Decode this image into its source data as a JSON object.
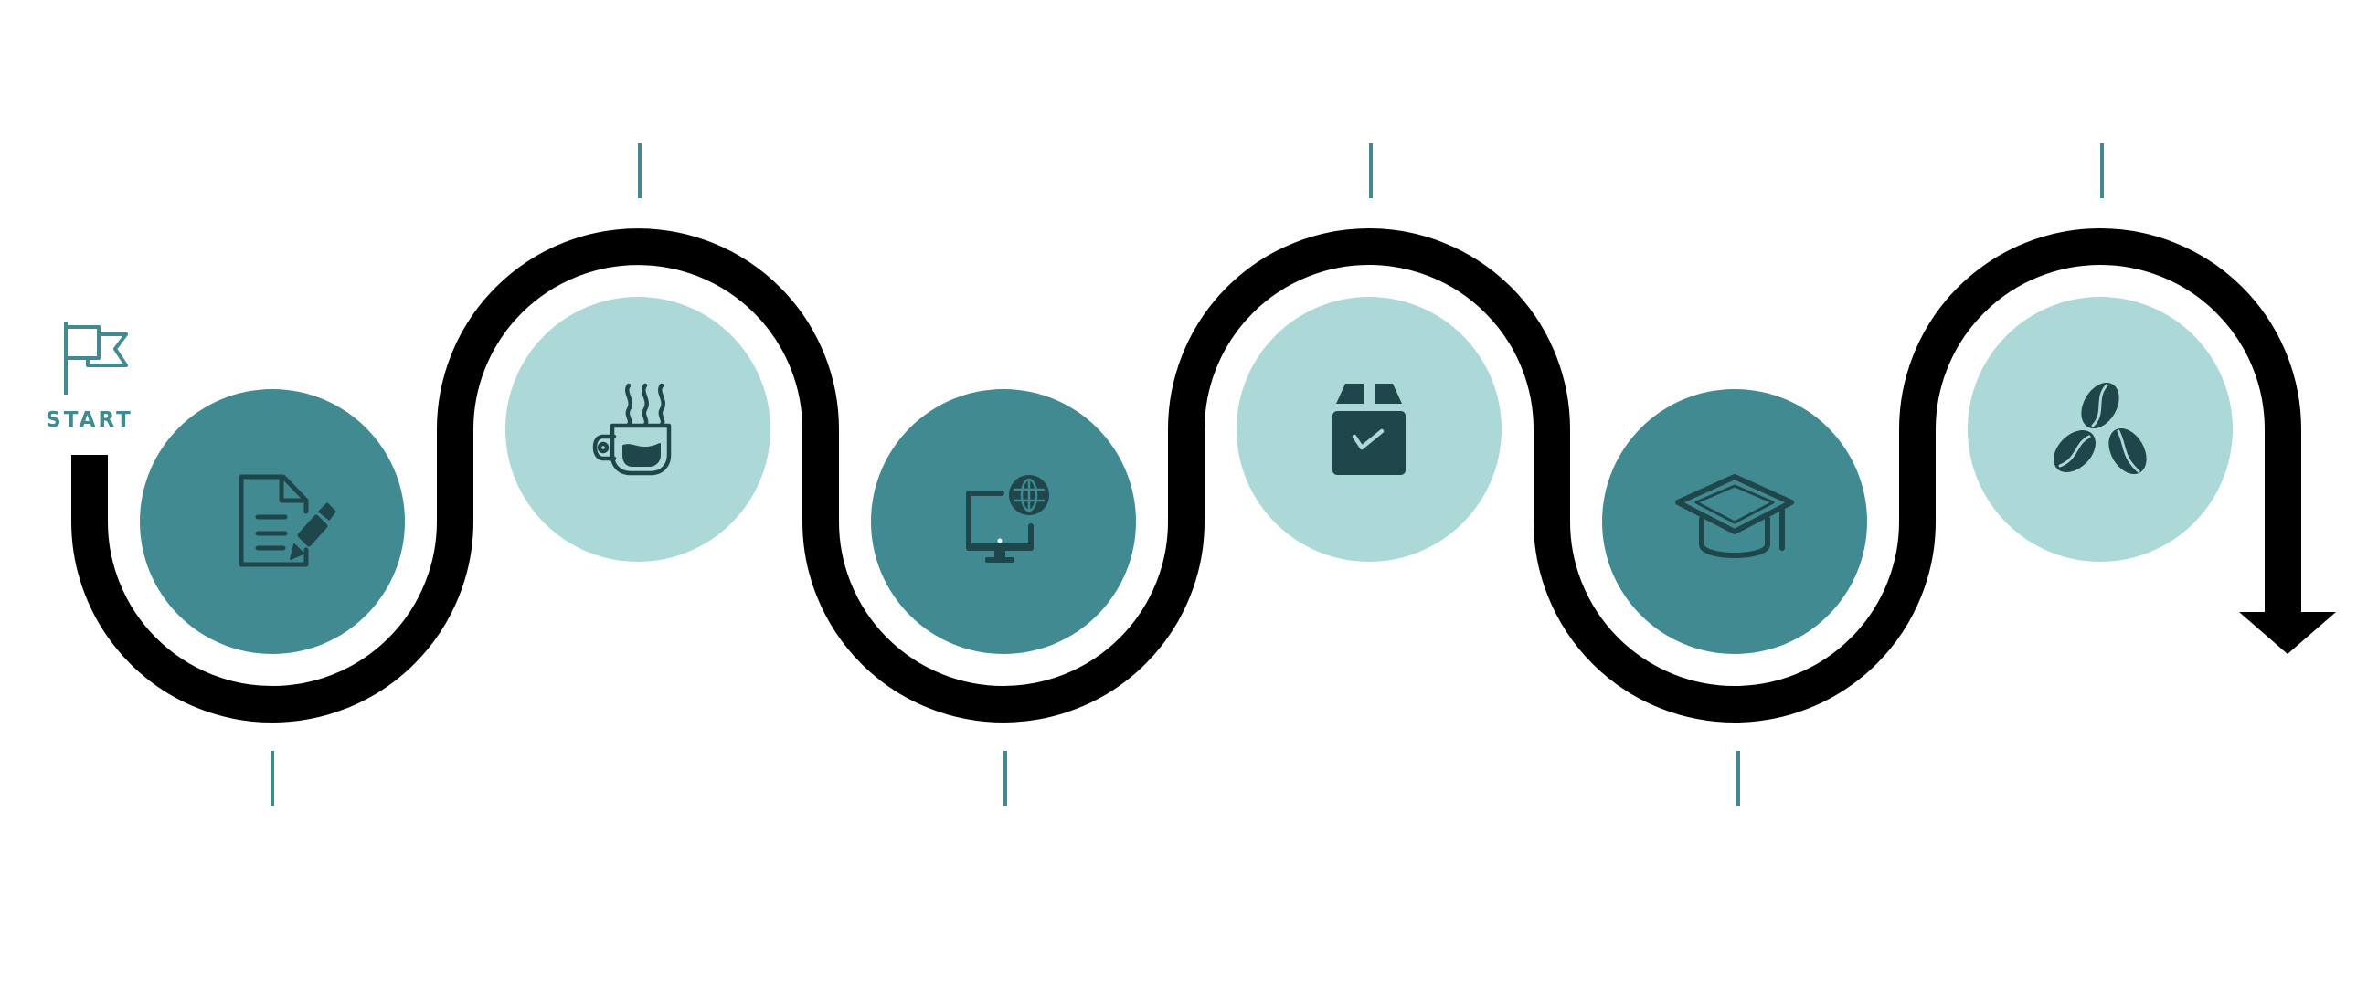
{
  "start": {
    "label": "START",
    "icon": "flag-icon"
  },
  "colors": {
    "background": "#ffffff",
    "path": "#000000",
    "dark_circle": "#418a92",
    "light_circle": "#add8d8",
    "icon": "#1f464a",
    "tick": "#418a92",
    "start": "#418a92"
  },
  "steps": [
    {
      "name": "step-1",
      "icon": "document-edit-icon",
      "tone": "dark",
      "position": "below"
    },
    {
      "name": "step-2",
      "icon": "hot-coffee-cup-icon",
      "tone": "light",
      "position": "above"
    },
    {
      "name": "step-3",
      "icon": "computer-globe-icon",
      "tone": "dark",
      "position": "below"
    },
    {
      "name": "step-4",
      "icon": "box-check-icon",
      "tone": "light",
      "position": "above"
    },
    {
      "name": "step-5",
      "icon": "graduation-cap-icon",
      "tone": "dark",
      "position": "below"
    },
    {
      "name": "step-6",
      "icon": "coffee-beans-icon",
      "tone": "light",
      "position": "above"
    }
  ],
  "end": {
    "icon": "arrow-down-icon"
  }
}
